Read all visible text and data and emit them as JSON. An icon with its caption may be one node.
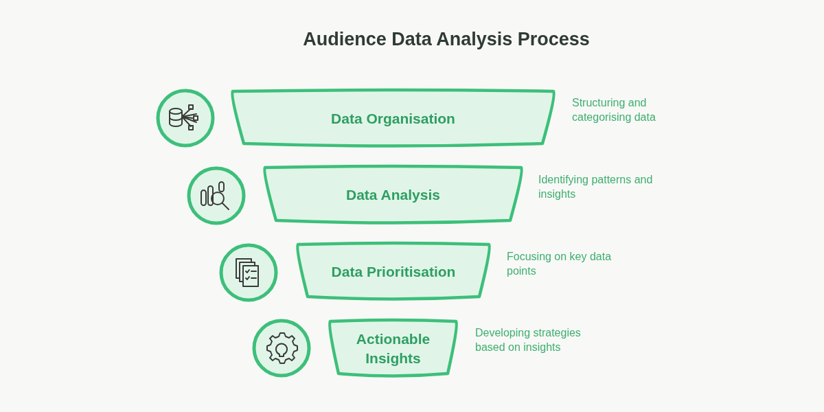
{
  "diagram": {
    "title": "Audience Data Analysis Process",
    "nodes": [
      {
        "text": [
          "Data Organisation"
        ],
        "beside": [
          "Structuring and categorising data"
        ]
      },
      {
        "text": [
          "Data Analysis"
        ],
        "beside": [
          "Identifying patterns and insights"
        ]
      },
      {
        "text": [
          "Data Prioritisation"
        ],
        "beside": [
          "Focusing on key data points"
        ]
      },
      {
        "text": [
          "Actionable Insights"
        ],
        "beside": [
          "Developing strategies based on insights"
        ]
      }
    ],
    "edges": []
  }
}
